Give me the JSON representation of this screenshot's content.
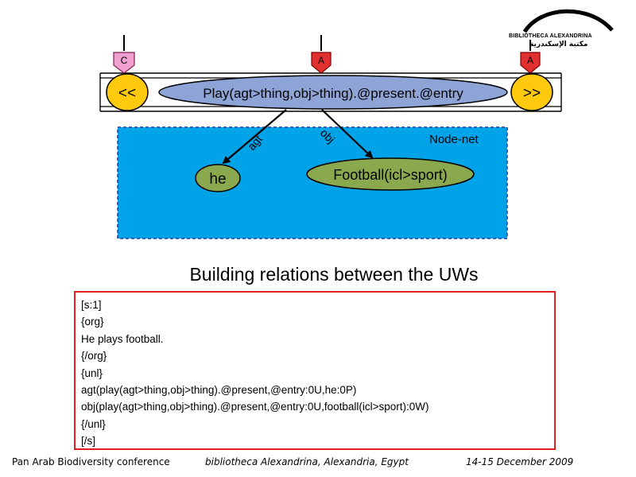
{
  "logo": {
    "name": "BIBLIOTHECA ALEXANDRINA",
    "arabic": "مكتبة الإسكندرية"
  },
  "diagram": {
    "markers": {
      "left": "C",
      "center": "A",
      "right": "A"
    },
    "nav": {
      "prev": "<<",
      "next": ">>"
    },
    "entry_uw": "Play(agt>thing,obj>thing).@present.@entry",
    "node_net_label": "Node-net",
    "edges": [
      {
        "label": "agt",
        "target": "he"
      },
      {
        "label": "obj",
        "target": "Football(icl>sport)"
      }
    ],
    "nodes": [
      "he",
      "Football(icl>sport)"
    ],
    "colors": {
      "uw_fill": "#8ea3d6",
      "node_fill": "#8aa84e",
      "nav_fill": "#ffc90e",
      "net_fill": "#00a2e8",
      "marker_a": "#e03030",
      "marker_c": "#f0a0d0"
    }
  },
  "caption": "Building relations between the UWs",
  "code_lines": [
    "[s:1]",
    "{org}",
    "He plays football.",
    "{/org}",
    "{unl}",
    "agt(play(agt>thing,obj>thing).@present,@entry:0U,he:0P)",
    "obj(play(agt>thing,obj>thing).@present,@entry:0U,football(icl>sport):0W)",
    "{/unl}",
    "[/s]"
  ],
  "footer": {
    "conference": "Pan Arab Biodiversity conference",
    "venue": "bibliotheca Alexandrina, Alexandria, Egypt",
    "date": "14-15 December  2009"
  }
}
